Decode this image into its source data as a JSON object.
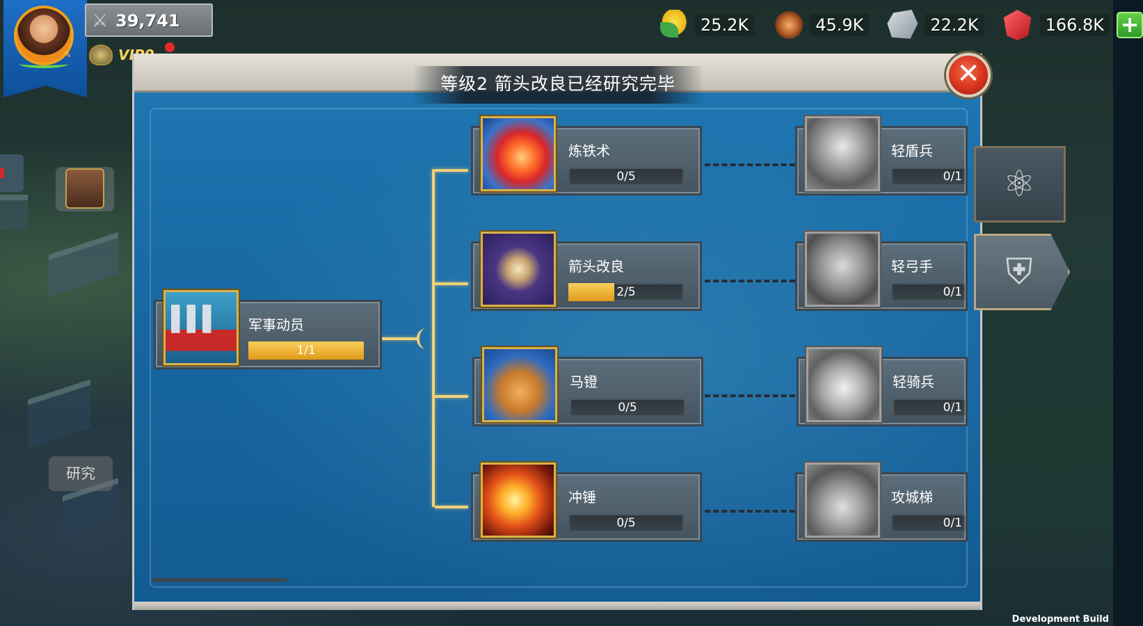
{
  "hud": {
    "power": "39,741",
    "vip_label": "VIP0",
    "resources": [
      {
        "name": "food",
        "icon": "corn-icon",
        "value": "25.2K"
      },
      {
        "name": "wood",
        "icon": "wood-log-icon",
        "value": "45.9K"
      },
      {
        "name": "stone",
        "icon": "stone-icon",
        "value": "22.2K"
      },
      {
        "name": "gems",
        "icon": "gem-icon",
        "value": "166.8K"
      }
    ],
    "plus_symbol": "+"
  },
  "city": {
    "research_label": "研究"
  },
  "modal": {
    "toast": "等级2 箭头改良已经研究完毕",
    "close_symbol": "✕",
    "root_node": {
      "name": "军事动员",
      "progress_text": "1/1",
      "progress": 1.0
    },
    "mid_nodes": [
      {
        "name": "炼铁术",
        "progress_text": "0/5",
        "progress": 0
      },
      {
        "name": "箭头改良",
        "progress_text": "2/5",
        "progress": 0.4
      },
      {
        "name": "马镫",
        "progress_text": "0/5",
        "progress": 0
      },
      {
        "name": "冲锤",
        "progress_text": "0/5",
        "progress": 0
      }
    ],
    "unit_nodes": [
      {
        "name": "轻盾兵",
        "progress_text": "0/1"
      },
      {
        "name": "轻弓手",
        "progress_text": "0/1"
      },
      {
        "name": "轻骑兵",
        "progress_text": "0/1"
      },
      {
        "name": "攻城梯",
        "progress_text": "0/1"
      }
    ]
  },
  "side_tabs": [
    {
      "icon": "atom-icon"
    },
    {
      "icon": "military-crest-icon"
    }
  ],
  "footer": {
    "dev_build": "Development Build"
  }
}
